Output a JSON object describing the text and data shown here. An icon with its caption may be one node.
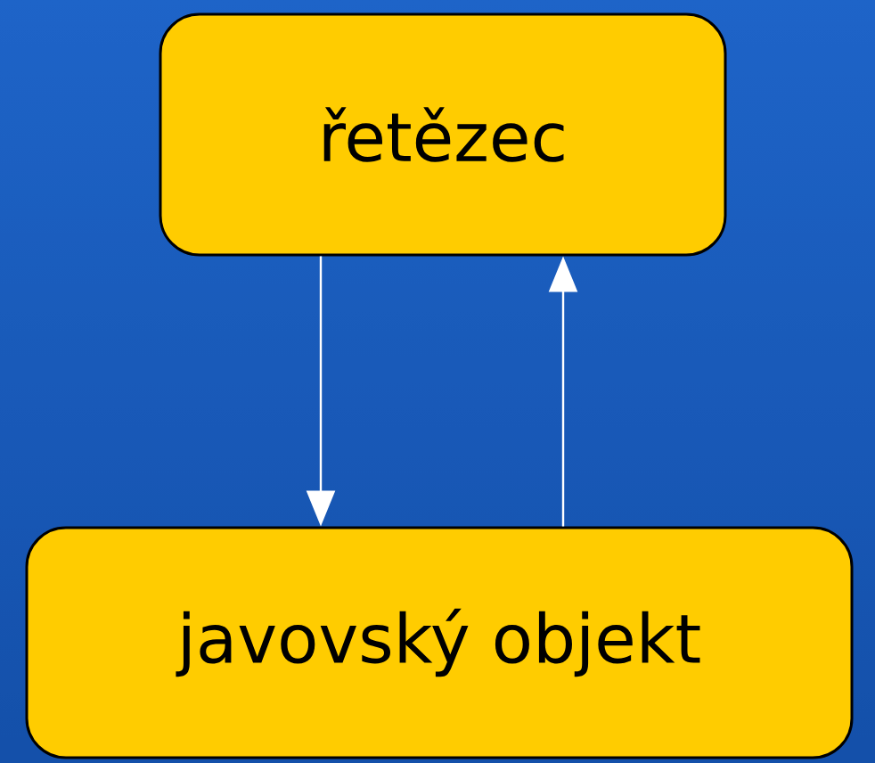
{
  "diagram": {
    "nodes": [
      {
        "text": [
          "řetězec"
        ]
      },
      {
        "text": [
          "javovský objekt"
        ]
      }
    ],
    "edges": [
      {
        "from": 0,
        "to": 1,
        "arrow": "to"
      },
      {
        "from": 1,
        "to": 0,
        "arrow": "to"
      }
    ]
  }
}
